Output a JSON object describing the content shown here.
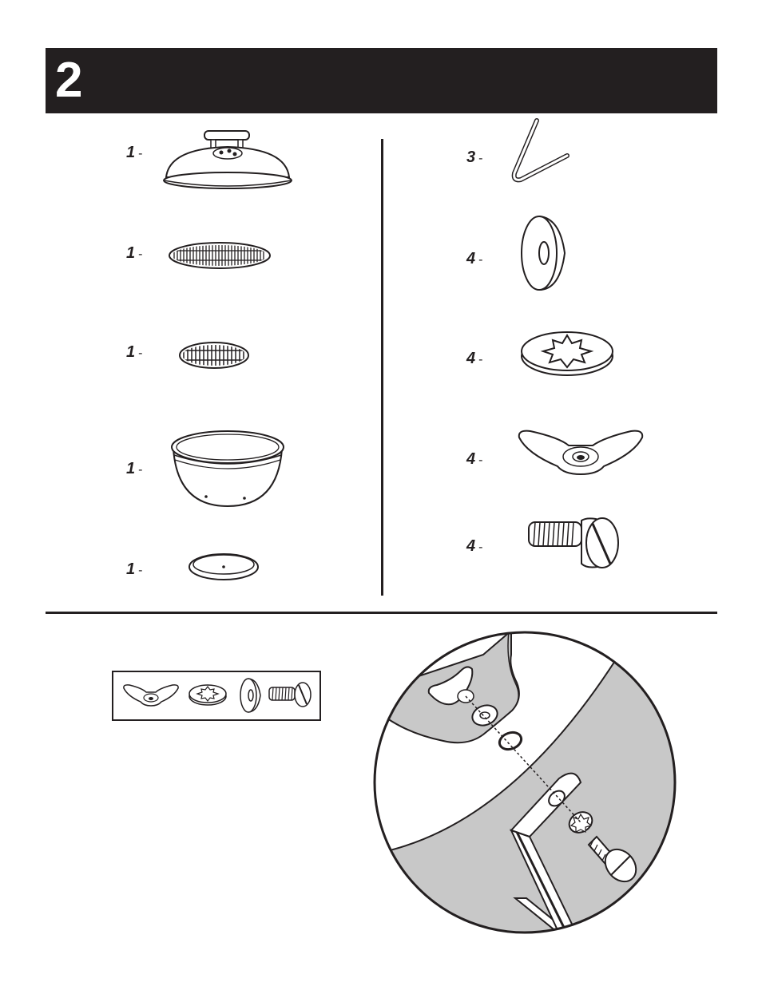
{
  "header": {
    "step_number": "2"
  },
  "parts_left": [
    {
      "qty": "1",
      "dash": "-",
      "icon": "lid-icon"
    },
    {
      "qty": "1",
      "dash": "-",
      "icon": "cooking-grate-icon"
    },
    {
      "qty": "1",
      "dash": "-",
      "icon": "charcoal-grate-icon"
    },
    {
      "qty": "1",
      "dash": "-",
      "icon": "bowl-icon"
    },
    {
      "qty": "1",
      "dash": "-",
      "icon": "ash-pan-icon"
    }
  ],
  "parts_right": [
    {
      "qty": "3",
      "dash": "-",
      "icon": "leg-clip-icon"
    },
    {
      "qty": "4",
      "dash": "-",
      "icon": "flat-washer-icon"
    },
    {
      "qty": "4",
      "dash": "-",
      "icon": "lock-washer-icon"
    },
    {
      "qty": "4",
      "dash": "-",
      "icon": "wing-nut-icon"
    },
    {
      "qty": "4",
      "dash": "-",
      "icon": "bolt-icon"
    }
  ],
  "hardware_kit": [
    "wing-nut-icon",
    "lock-washer-icon",
    "flat-washer-icon",
    "bolt-icon"
  ],
  "detail": {
    "icon": "leg-assembly-detail-icon"
  }
}
